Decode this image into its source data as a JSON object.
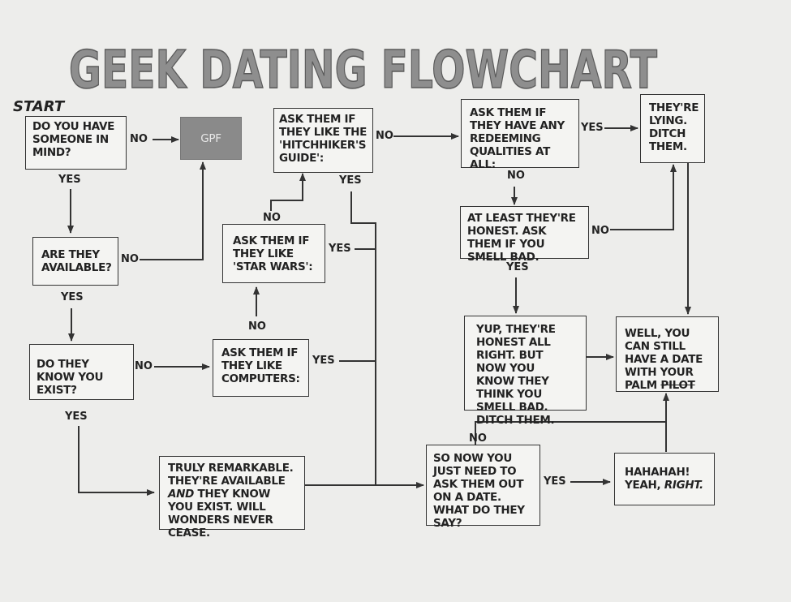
{
  "title": "GEEK DATING FLOWCHART",
  "start_label": "START",
  "nodes": {
    "someone": "DO YOU HAVE SOMEONE IN MIND?",
    "gpf": "GPF",
    "available": "ARE THEY AVAILABLE?",
    "know_exist": "DO THEY KNOW YOU EXIST?",
    "computers": "ASK THEM IF THEY LIKE COMPUTERS:",
    "star_wars": "ASK THEM IF THEY LIKE 'STAR WARS':",
    "hitchhiker": "ASK THEM IF THEY LIKE THE 'HITCHHIKER'S GUIDE':",
    "redeeming": "ASK THEM IF THEY HAVE ANY REDEEMING QUALITIES AT ALL:",
    "lying": "THEY'RE LYING. DITCH THEM.",
    "honest": "AT LEAST THEY'RE HONEST. ASK THEM IF YOU SMELL BAD.",
    "yup": "YUP, THEY'RE HONEST ALL RIGHT. BUT NOW YOU KNOW THEY THINK YOU SMELL BAD. DITCH THEM.",
    "palm_prefix": "WELL, YOU CAN STILL HAVE A DATE WITH YOUR PALM",
    "palm_struck": "PILOT",
    "remarkable_1": "TRULY REMARKABLE. THEY'RE AVAILABLE",
    "remarkable_and": "AND",
    "remarkable_2": "THEY KNOW YOU EXIST. WILL WONDERS NEVER CEASE.",
    "ask_out": "SO NOW YOU JUST NEED TO ASK THEM OUT ON A DATE. WHAT DO THEY SAY?",
    "hahaha_1": "HAHAHAH! YEAH,",
    "hahaha_2": "RIGHT."
  },
  "edge_labels": {
    "yes": "YES",
    "no": "NO"
  }
}
